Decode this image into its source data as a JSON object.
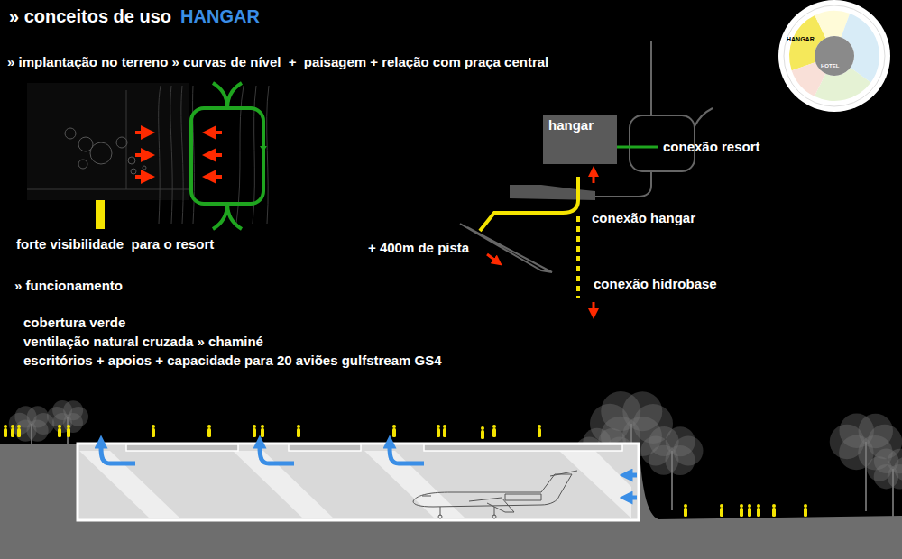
{
  "diagram": {
    "title": "» conceitos de uso",
    "nodes": [
      {
        "text": [
          "hangar"
        ]
      }
    ],
    "labels": [
      "HANGAR",
      "» implantação no terreno » curvas de nível  +  paisagem + relação com praça central",
      "forte visibilidade  para o resort",
      "» funcionamento",
      "cobertura verde",
      "ventilação natural cruzada » chaminé",
      "escritórios + apoios + capacidade para 20 aviões gulfstream GS4",
      "conexão resort",
      "conexão hangar",
      "+ 400m de pista",
      "conexão hidrobase",
      "HANGAR",
      "HOTEL"
    ]
  }
}
